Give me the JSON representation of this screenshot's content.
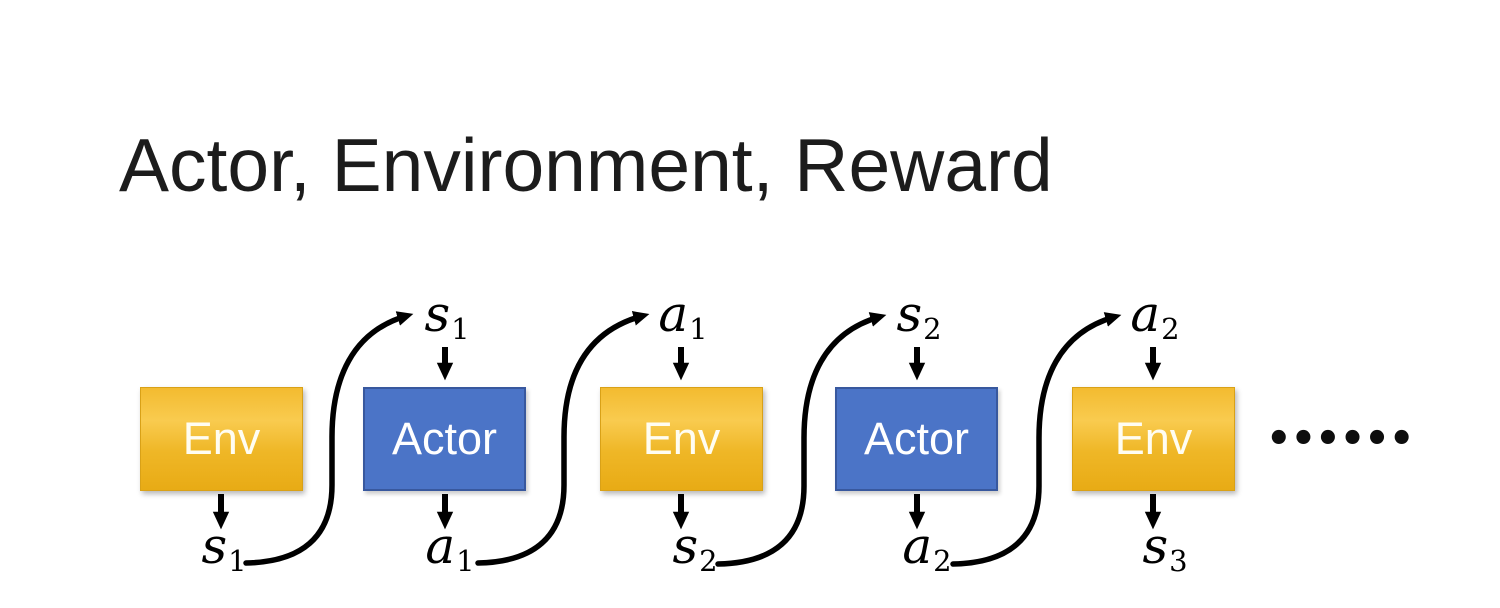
{
  "slide": {
    "title": "Actor, Environment, Reward"
  },
  "diagram": {
    "boxes": [
      {
        "label": "Env",
        "type": "env"
      },
      {
        "label": "Actor",
        "type": "actor"
      },
      {
        "label": "Env",
        "type": "env"
      },
      {
        "label": "Actor",
        "type": "actor"
      },
      {
        "label": "Env",
        "type": "env"
      }
    ],
    "top_labels": [
      {
        "base": "s",
        "sub": "1"
      },
      {
        "base": "a",
        "sub": "1"
      },
      {
        "base": "s",
        "sub": "2"
      },
      {
        "base": "a",
        "sub": "2"
      }
    ],
    "bottom_labels": [
      {
        "base": "s",
        "sub": "1"
      },
      {
        "base": "a",
        "sub": "1"
      },
      {
        "base": "s",
        "sub": "2"
      },
      {
        "base": "a",
        "sub": "2"
      },
      {
        "base": "s",
        "sub": "3"
      }
    ],
    "ellipsis": "••••••"
  },
  "colors": {
    "background": "#FFFFFF",
    "title_text": "#1C1C1C",
    "env_gradient_top": "#F3BB30",
    "env_gradient_mid": "#F9CB4F",
    "env_gradient_bottom": "#E8AB15",
    "env_border": "#D9A117",
    "actor_fill": "#4B74C7",
    "actor_border": "#38589E",
    "box_text": "#FFFFFF",
    "arrow": "#000000"
  }
}
